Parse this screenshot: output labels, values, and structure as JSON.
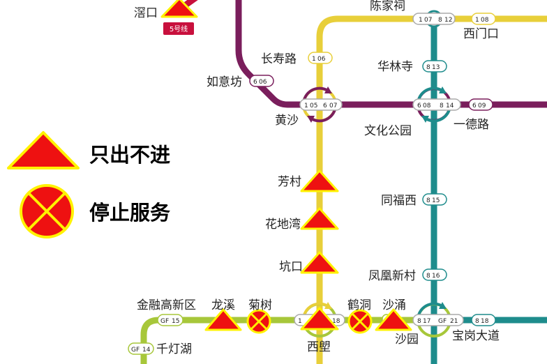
{
  "legend": {
    "exit_only": "只出不进",
    "suspended": "停止服务"
  },
  "line5_tag": "5号线",
  "stations": {
    "jiaokou": "滘口",
    "chenjiaci": "陈家祠",
    "ximenkou": "西门口",
    "changshoulu": "长寿路",
    "hualinsi": "华林寺",
    "ruyifang": "如意坊",
    "huangsha": "黄沙",
    "wenhuagongyuan": "文化公园",
    "yidelu": "一德路",
    "fangcun": "芳村",
    "tongfuxi": "同福西",
    "huadiwan": "花地湾",
    "kengkou": "坑口",
    "fenghuangxincun": "凤凰新村",
    "jinronggaoxinqu": "金融高新区",
    "longxi": "龙溪",
    "jushu": "菊树",
    "hedong": "鹤洞",
    "shayong": "沙涌",
    "xilang": "西塱",
    "shayuan": "沙园",
    "baogangdadao": "宝岗大道",
    "qiandenghu": "千灯湖"
  },
  "codes": {
    "c1_07": "1",
    "c1_07b": "07",
    "c8_12": "8",
    "c8_12b": "12",
    "c1_08": "1",
    "c1_08b": "08",
    "c1_06": "1",
    "c1_06b": "06",
    "c8_13": "8",
    "c8_13b": "13",
    "c6_06": "6",
    "c6_06b": "06",
    "c1_05": "1",
    "c1_05b": "05",
    "c6_07": "6",
    "c6_07b": "07",
    "c6_08": "6",
    "c6_08b": "08",
    "c8_14": "8",
    "c8_14b": "14",
    "c6_09": "6",
    "c6_09b": "09",
    "c8_15": "8",
    "c8_15b": "15",
    "c8_16": "8",
    "c8_16b": "16",
    "cGF15": "GF",
    "cGF15b": "15",
    "cGF14": "GF",
    "cGF14b": "14",
    "c1_18": "1",
    "c1_18b": "18",
    "c8_17": "8",
    "c8_17b": "17",
    "cGF21": "GF",
    "cGF21b": "21",
    "c8_18": "8",
    "c8_18b": "18"
  },
  "colors": {
    "line1": "#e8cf3a",
    "line6": "#7a1e5c",
    "line8": "#1e8c8c",
    "lineGF": "#a7c73a",
    "line5": "#c8103d",
    "marker_red": "#ee1111",
    "marker_yellow": "#fff200"
  }
}
